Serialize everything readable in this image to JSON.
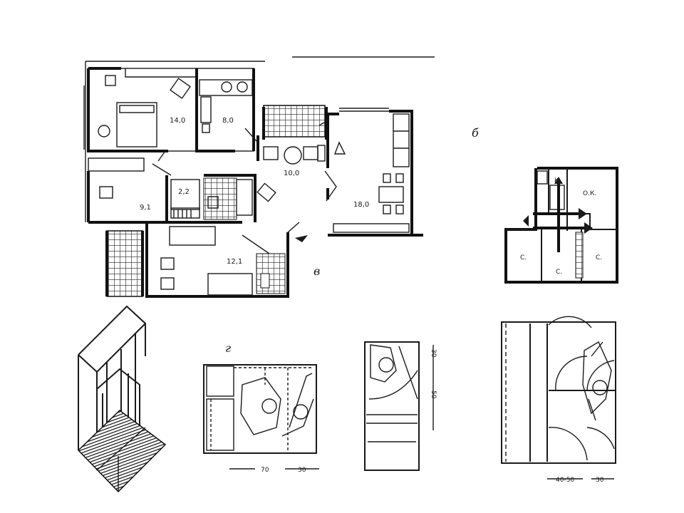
{
  "plan_v": {
    "label": "в",
    "rooms": {
      "bedroom": "14,0",
      "kitchen": "8,0",
      "living": "18,0",
      "hall": "10,0",
      "bath": "2,2",
      "room_left": "9,1",
      "room_bottom": "12,1"
    }
  },
  "plan_b": {
    "label": "б",
    "rooms": {
      "k": "К",
      "ok": "О.К.",
      "c1": "С.",
      "c2": "С.",
      "c3": "С."
    }
  },
  "fig_g": {
    "label": "г",
    "dim_left": "70",
    "dim_right": "30"
  },
  "fig_mid": {
    "dim_top": "30",
    "dim_bottom": "50"
  },
  "fig_right": {
    "dim_left": "40-50",
    "dim_right": "30"
  }
}
